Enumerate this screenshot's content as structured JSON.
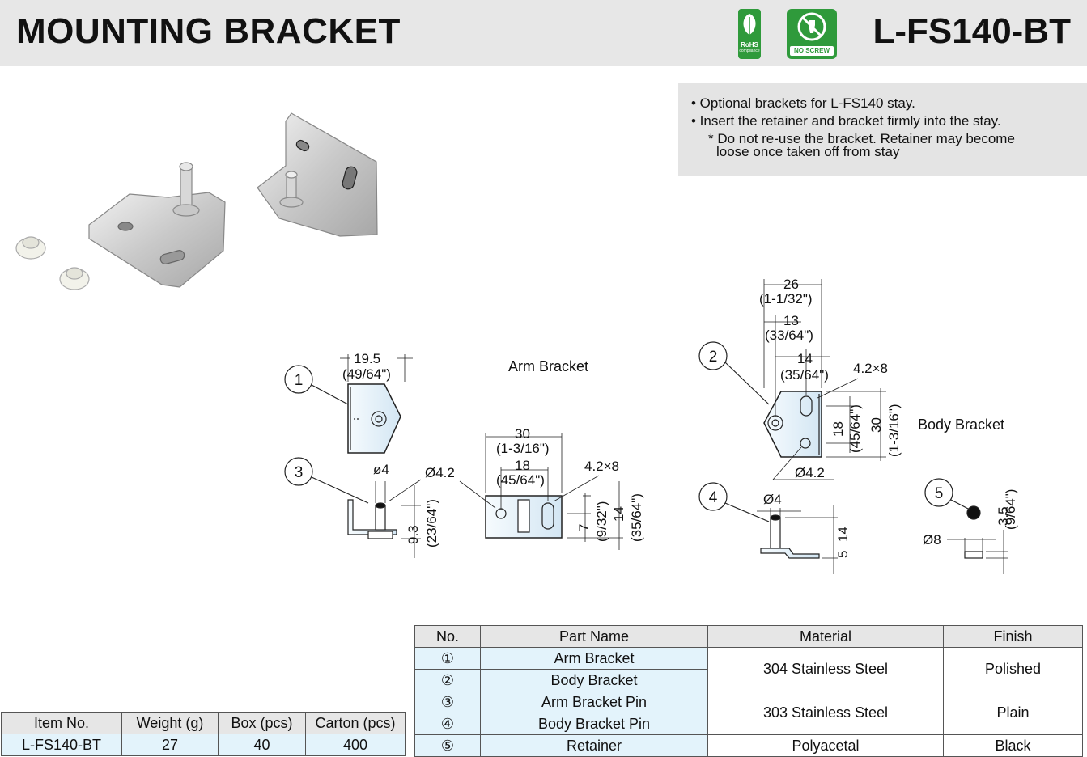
{
  "header": {
    "title": "MOUNTING BRACKET",
    "model": "L-FS140-BT",
    "rohs_label": "RoHS",
    "rohs_sub": "compliance",
    "noscrew_label": "NO SCREW"
  },
  "notes": {
    "line1": "• Optional brackets for L-FS140 stay.",
    "line2": "• Insert the retainer and bracket firmly into the stay.",
    "line3": "* Do not re-use the bracket. Retainer may become",
    "line4": "loose once taken off from stay"
  },
  "drawing": {
    "arm_label": "Arm Bracket",
    "body_label": "Body Bracket",
    "n1": "1",
    "n2": "2",
    "n3": "3",
    "n4": "4",
    "n5": "5",
    "d_19_5": "19.5",
    "d_49_64": "(49/64\")",
    "d_phi4_a": "ø4",
    "d_phi4_2_a": "Ø4.2",
    "d_9_3": "9.3",
    "d_23_64": "(23/64\")",
    "d_30_a": "30",
    "d_1_3_16_a": "(1-3/16\")",
    "d_18_a": "18",
    "d_45_64_a": "(45/64\")",
    "d_4_2x8_a": "4.2×8",
    "d_7": "7",
    "d_9_32": "(9/32\")",
    "d_14_a": "14",
    "d_35_64_a": "(35/64\")",
    "d_26": "26",
    "d_1_1_32": "(1-1/32\")",
    "d_13": "13",
    "d_33_64": "(33/64\")",
    "d_14_b": "14",
    "d_35_64_b": "(35/64\")",
    "d_4_2x8_b": "4.2×8",
    "d_18_b": "18",
    "d_45_64_b": "(45/64\")",
    "d_30_b": "30",
    "d_1_3_16_b": "(1-3/16\")",
    "d_phi4_2_b": "Ø4.2",
    "d_phi4_b": "Ø4",
    "d_14_c": "14",
    "d_5": "5",
    "d_3_5": "3.5",
    "d_9_64": "(9/64\")",
    "d_phi8": "Ø8"
  },
  "item_table": {
    "headers": [
      "Item No.",
      "Weight (g)",
      "Box (pcs)",
      "Carton (pcs)"
    ],
    "row": [
      "L-FS140-BT",
      "27",
      "40",
      "400"
    ]
  },
  "parts_table": {
    "headers": [
      "No.",
      "Part Name",
      "Material",
      "Finish"
    ],
    "rows": [
      {
        "no": "①",
        "name": "Arm Bracket"
      },
      {
        "no": "②",
        "name": "Body Bracket"
      },
      {
        "no": "③",
        "name": "Arm Bracket Pin"
      },
      {
        "no": "④",
        "name": "Body Bracket Pin"
      },
      {
        "no": "⑤",
        "name": "Retainer"
      }
    ],
    "material_1": "304 Stainless Steel",
    "finish_1": "Polished",
    "material_2": "303 Stainless Steel",
    "finish_2": "Plain",
    "material_3": "Polyacetal",
    "finish_3": "Black"
  }
}
